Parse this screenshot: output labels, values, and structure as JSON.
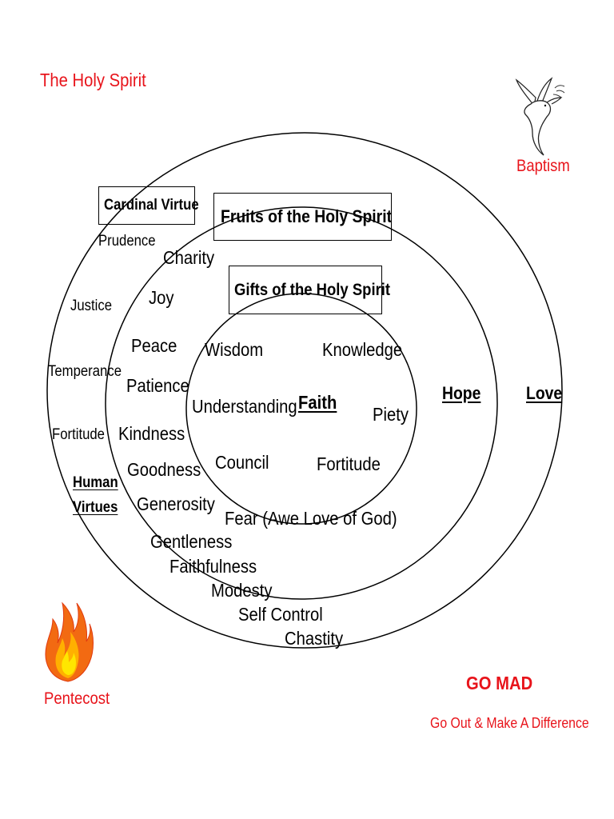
{
  "title": "The Holy Spirit",
  "baptism": "Baptism",
  "pentecost": "Pentecost",
  "go_mad": "GO MAD",
  "go_mad_sub": "Go Out & Make A Difference",
  "colors": {
    "accent_red": "#e8141b",
    "flame_orange": "#f26a12",
    "flame_yellow": "#ffe600"
  },
  "icons": {
    "dove": "dove-icon",
    "flame": "flame-icon"
  },
  "outer_ring": {
    "hope": "Hope",
    "love": "Love",
    "cardinal_virtue_box": "Cardinal Virtue",
    "cardinal_virtues": [
      "Prudence",
      "Justice",
      "Temperance",
      "Fortitude"
    ],
    "human_virtues": [
      "Human",
      "Virtues"
    ]
  },
  "middle_ring": {
    "box_title": "Fruits of the Holy Spirit",
    "fruits": [
      "Charity",
      "Joy",
      "Peace",
      "Patience",
      "Kindness",
      "Goodness",
      "Generosity",
      "Gentleness",
      "Faithfulness",
      "Modesty",
      "Self Control",
      "Chastity"
    ]
  },
  "inner_circle": {
    "box_title": "Gifts of the Holy Spirit",
    "faith": "Faith",
    "gifts": [
      "Wisdom",
      "Knowledge",
      "Understanding",
      "Piety",
      "Council",
      "Fortitude",
      "Fear (Awe Love of God)"
    ]
  }
}
